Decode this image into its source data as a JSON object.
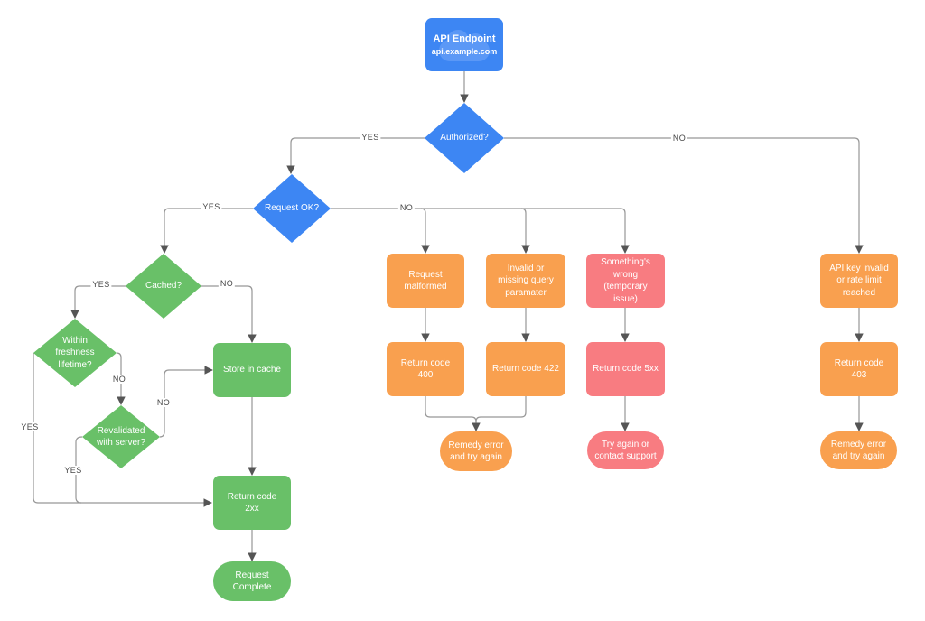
{
  "diagram": {
    "colors": {
      "blue": "#3d86f3",
      "green": "#69c068",
      "orange": "#f9a04f",
      "pink": "#f87c81",
      "line": "#969696",
      "arrow": "#555555",
      "labeltext": "#474747",
      "cloud": "#5b98f6"
    },
    "nodes": [
      {
        "id": "api-endpoint",
        "type": "rect",
        "color": "blue",
        "title": "API Endpoint",
        "subtitle": "api.example.com"
      },
      {
        "id": "authorized",
        "type": "diamond",
        "color": "blue",
        "label": "Authorized?"
      },
      {
        "id": "request-ok",
        "type": "diamond",
        "color": "blue",
        "label": "Request OK?"
      },
      {
        "id": "cached",
        "type": "diamond",
        "color": "green",
        "label": "Cached?"
      },
      {
        "id": "within-freshness",
        "type": "diamond",
        "color": "green",
        "label": "Within freshness lifetime?"
      },
      {
        "id": "revalidated",
        "type": "diamond",
        "color": "green",
        "label": "Revalidated with server?"
      },
      {
        "id": "store-in-cache",
        "type": "rect",
        "color": "green",
        "label": "Store in cache"
      },
      {
        "id": "return-2xx",
        "type": "rect",
        "color": "green",
        "label": "Return code 2xx"
      },
      {
        "id": "request-complete",
        "type": "pill",
        "color": "green",
        "label": "Request Complete"
      },
      {
        "id": "request-malformed",
        "type": "rect",
        "color": "orange",
        "label": "Request malformed"
      },
      {
        "id": "invalid-query",
        "type": "rect",
        "color": "orange",
        "label": "Invalid or missing query paramater"
      },
      {
        "id": "return-400",
        "type": "rect",
        "color": "orange",
        "label": "Return code 400"
      },
      {
        "id": "return-422",
        "type": "rect",
        "color": "orange",
        "label": "Return code 422"
      },
      {
        "id": "remedy-mid",
        "type": "pill",
        "color": "orange",
        "label": "Remedy error and try again"
      },
      {
        "id": "somethings-wrong",
        "type": "rect",
        "color": "pink",
        "label": "Something's wrong (temporary issue)"
      },
      {
        "id": "return-5xx",
        "type": "rect",
        "color": "pink",
        "label": "Return code 5xx"
      },
      {
        "id": "try-again",
        "type": "pill",
        "color": "pink",
        "label": "Try again or contact support"
      },
      {
        "id": "api-key-invalid",
        "type": "rect",
        "color": "orange",
        "label": "API key invalid or rate limit reached"
      },
      {
        "id": "return-403",
        "type": "rect",
        "color": "orange",
        "label": "Return code 403"
      },
      {
        "id": "remedy-right",
        "type": "pill",
        "color": "orange",
        "label": "Remedy error and try again"
      }
    ],
    "edge_labels": [
      {
        "id": "authorized-yes",
        "text": "YES"
      },
      {
        "id": "authorized-no",
        "text": "NO"
      },
      {
        "id": "request-ok-yes",
        "text": "YES"
      },
      {
        "id": "request-ok-no",
        "text": "NO"
      },
      {
        "id": "cached-yes",
        "text": "YES"
      },
      {
        "id": "cached-no",
        "text": "NO"
      },
      {
        "id": "freshness-no",
        "text": "NO"
      },
      {
        "id": "freshness-yes",
        "text": "YES"
      },
      {
        "id": "revalidated-no",
        "text": "NO"
      },
      {
        "id": "revalidated-yes",
        "text": "YES"
      }
    ],
    "connections": [
      {
        "from": "api-endpoint",
        "to": "authorized",
        "label": ""
      },
      {
        "from": "authorized",
        "to": "request-ok",
        "label": "YES"
      },
      {
        "from": "authorized",
        "to": "api-key-invalid",
        "label": "NO"
      },
      {
        "from": "request-ok",
        "to": "cached",
        "label": "YES"
      },
      {
        "from": "request-ok",
        "to": "request-malformed",
        "label": "NO"
      },
      {
        "from": "request-ok",
        "to": "invalid-query",
        "label": "NO"
      },
      {
        "from": "request-ok",
        "to": "somethings-wrong",
        "label": "NO"
      },
      {
        "from": "cached",
        "to": "within-freshness",
        "label": "YES"
      },
      {
        "from": "cached",
        "to": "store-in-cache",
        "label": "NO"
      },
      {
        "from": "within-freshness",
        "to": "return-2xx",
        "label": "YES"
      },
      {
        "from": "within-freshness",
        "to": "revalidated",
        "label": "NO"
      },
      {
        "from": "revalidated",
        "to": "return-2xx",
        "label": "YES"
      },
      {
        "from": "revalidated",
        "to": "store-in-cache",
        "label": "NO"
      },
      {
        "from": "store-in-cache",
        "to": "return-2xx",
        "label": ""
      },
      {
        "from": "return-2xx",
        "to": "request-complete",
        "label": ""
      },
      {
        "from": "request-malformed",
        "to": "return-400",
        "label": ""
      },
      {
        "from": "invalid-query",
        "to": "return-422",
        "label": ""
      },
      {
        "from": "return-400",
        "to": "remedy-mid",
        "label": ""
      },
      {
        "from": "return-422",
        "to": "remedy-mid",
        "label": ""
      },
      {
        "from": "somethings-wrong",
        "to": "return-5xx",
        "label": ""
      },
      {
        "from": "return-5xx",
        "to": "try-again",
        "label": ""
      },
      {
        "from": "api-key-invalid",
        "to": "return-403",
        "label": ""
      },
      {
        "from": "return-403",
        "to": "remedy-right",
        "label": ""
      }
    ]
  }
}
